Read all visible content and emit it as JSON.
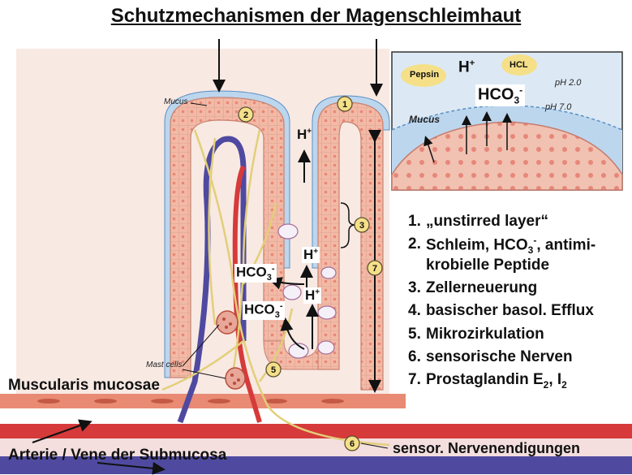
{
  "title": "Schutzmechanismen der Magenschleimhaut",
  "inset": {
    "pepsin": "Pepsin",
    "hplus": "H",
    "hplus_sup": "+",
    "hcl": "HCL",
    "ph_acid": "pH 2.0",
    "hco3": "HCO",
    "hco3_sub": "3",
    "hco3_sup": "-",
    "ph_neutral": "pH 7.0",
    "mucus": "Mucus"
  },
  "diagram": {
    "mucus": "Mucus",
    "mast_cells": "Mast cells",
    "hplus": "H",
    "hplus_sup": "+",
    "hco3": "HCO",
    "hco3_sub": "3",
    "hco3_sup": "-",
    "circle_labels": [
      "1",
      "2",
      "3",
      "5",
      "6",
      "7"
    ],
    "muscularis": "Muscularis mucosae",
    "arterie": "Arterie / Vene der Submucosa",
    "nerve_endings": "sensor. Nervenendigungen"
  },
  "legend": [
    {
      "num": "1.",
      "text": "„unstirred layer“"
    },
    {
      "num": "2.",
      "text": "Schleim, HCO",
      "sub": "3",
      "sup": "-",
      "text2": ", antimi-",
      "line2": "krobielle Peptide"
    },
    {
      "num": "3.",
      "text": "Zellerneuerung"
    },
    {
      "num": "4.",
      "text": "basischer basol. Efflux"
    },
    {
      "num": "5.",
      "text": "Mikrozirkulation"
    },
    {
      "num": "6.",
      "text": "sensorische Nerven"
    },
    {
      "num": "7.",
      "text": "Prostaglandin E",
      "sub": "2",
      "text2": ", I",
      "sub2": "2"
    }
  ],
  "colors": {
    "epithelium": "#f2b9a6",
    "epithelium_stroke": "#c9826f",
    "mucus": "#bcd6ee",
    "mucus_stroke": "#5b8fc4",
    "artery": "#d63a3a",
    "vein": "#4f4aa0",
    "nerve": "#e9d98a",
    "muscularis": "#e98a74",
    "inset_bg": "#dce9f5",
    "inset_border": "#333333"
  }
}
